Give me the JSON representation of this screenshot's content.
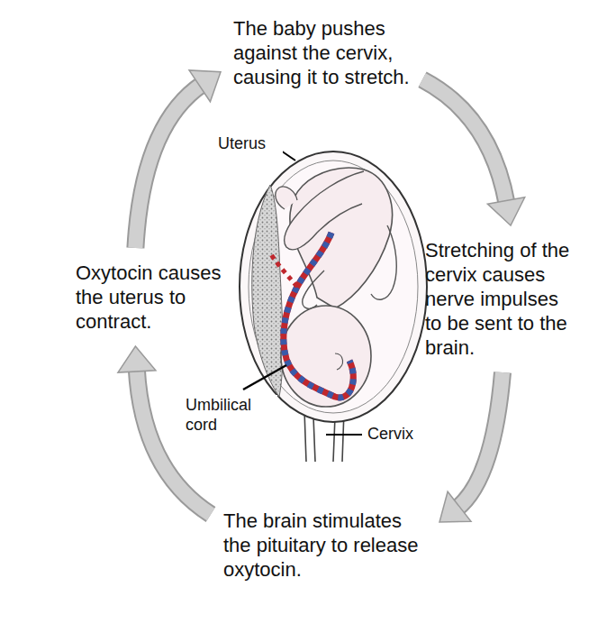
{
  "diagram": {
    "nodes": [
      {
        "text": [
          "The baby pushes against the cervix, causing it to stretch."
        ]
      },
      {
        "text": [
          "Stretching of the cervix causes nerve impulses to be sent to the brain."
        ]
      },
      {
        "text": [
          "The brain stimulates the pituitary to release oxytocin."
        ]
      },
      {
        "text": [
          "Oxytocin causes the uterus to contract."
        ]
      }
    ],
    "edges": [
      {
        "from": 0,
        "to": 1,
        "arrow": "to"
      },
      {
        "from": 1,
        "to": 2,
        "arrow": "to"
      },
      {
        "from": 2,
        "to": 3,
        "arrow": "to"
      },
      {
        "from": 3,
        "to": 0,
        "arrow": "to"
      }
    ],
    "labels": [
      "Uterus",
      "Umbilical cord",
      "Cervix"
    ]
  }
}
